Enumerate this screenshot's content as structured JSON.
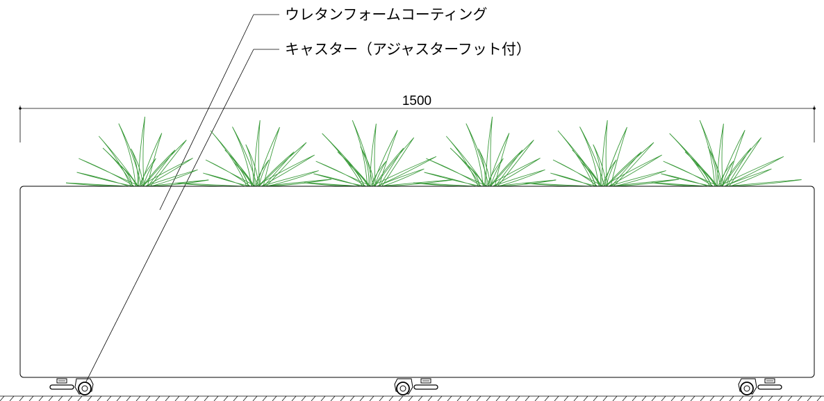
{
  "callouts": [
    {
      "label": "ウレタンフォームコーティング"
    },
    {
      "label": "キャスター（アジャスターフット付）"
    }
  ],
  "dimension": {
    "value": "1500"
  },
  "colors": {
    "line": "#000000",
    "grass": "#3a9a3a",
    "background": "#ffffff"
  },
  "grass_clumps": 6,
  "casters": [
    "left",
    "center",
    "right"
  ]
}
